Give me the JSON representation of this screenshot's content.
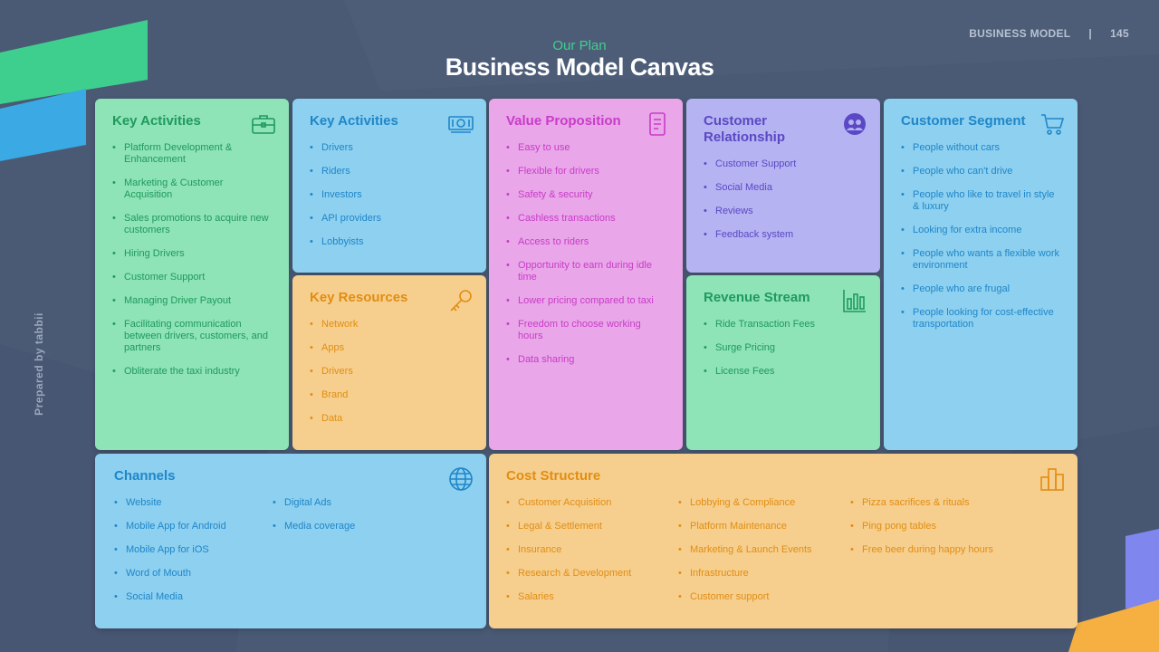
{
  "header": {
    "section": "BUSINESS MODEL",
    "separator": "|",
    "page_number": "145",
    "subtitle": "Our Plan",
    "title": "Business Model Canvas"
  },
  "side_label": "Prepared by tabbii",
  "colors": {
    "background": "#4a5a74",
    "green": "#8ee3b7",
    "blue": "#8dd0f0",
    "orange": "#f6cf8e",
    "pink": "#e9a6e9",
    "purple": "#b5b3f2"
  },
  "cards": {
    "key_activities_1": {
      "title": "Key Activities",
      "icon": "briefcase-icon",
      "items": [
        "Platform Development & Enhancement",
        "Marketing & Customer Acquisition",
        "Sales promotions to acquire new customers",
        "Hiring Drivers",
        "Customer Support",
        "Managing Driver Payout",
        "Facilitating communication between drivers, customers, and partners",
        "Obliterate the taxi industry"
      ]
    },
    "key_activities_2": {
      "title": "Key Activities",
      "icon": "money-icon",
      "items": [
        "Drivers",
        "Riders",
        "Investors",
        "API providers",
        "Lobbyists"
      ]
    },
    "key_resources": {
      "title": "Key Resources",
      "icon": "key-icon",
      "items": [
        "Network",
        "Apps",
        "Drivers",
        "Brand",
        "Data"
      ]
    },
    "value_proposition": {
      "title": "Value Proposition",
      "icon": "document-icon",
      "items": [
        "Easy to use",
        "Flexible for drivers",
        "Safety & security",
        "Cashless transactions",
        "Access to riders",
        "Opportunity to earn during idle time",
        "Lower pricing compared to taxi",
        "Freedom to choose working hours",
        "Data sharing"
      ]
    },
    "customer_relationship": {
      "title": "Customer Relationship",
      "icon": "users-icon",
      "items": [
        "Customer Support",
        "Social Media",
        "Reviews",
        "Feedback system"
      ]
    },
    "revenue_stream": {
      "title": "Revenue Stream",
      "icon": "bar-chart-icon",
      "items": [
        "Ride Transaction Fees",
        "Surge Pricing",
        "License Fees"
      ]
    },
    "customer_segment": {
      "title": "Customer Segment",
      "icon": "cart-icon",
      "items": [
        "People without cars",
        "People who can't drive",
        "People who like to travel in style & luxury",
        "Looking for extra income",
        "People who wants a flexible work environment",
        "People who are frugal",
        "People looking for cost-effective transportation"
      ]
    },
    "channels": {
      "title": "Channels",
      "icon": "globe-icon",
      "col1": [
        "Website",
        "Mobile App for Android",
        "Mobile App for iOS",
        "Word of Mouth",
        "Social Media"
      ],
      "col2": [
        "Digital Ads",
        "Media coverage"
      ]
    },
    "cost_structure": {
      "title": "Cost Structure",
      "icon": "buildings-icon",
      "col1": [
        "Customer Acquisition",
        "Legal & Settlement",
        "Insurance",
        "Research & Development",
        "Salaries"
      ],
      "col2": [
        "Lobbying & Compliance",
        "Platform Maintenance",
        "Marketing & Launch Events",
        "Infrastructure",
        "Customer support"
      ],
      "col3": [
        "Pizza sacrifices & rituals",
        "Ping pong tables",
        "Free beer during happy hours"
      ]
    }
  }
}
